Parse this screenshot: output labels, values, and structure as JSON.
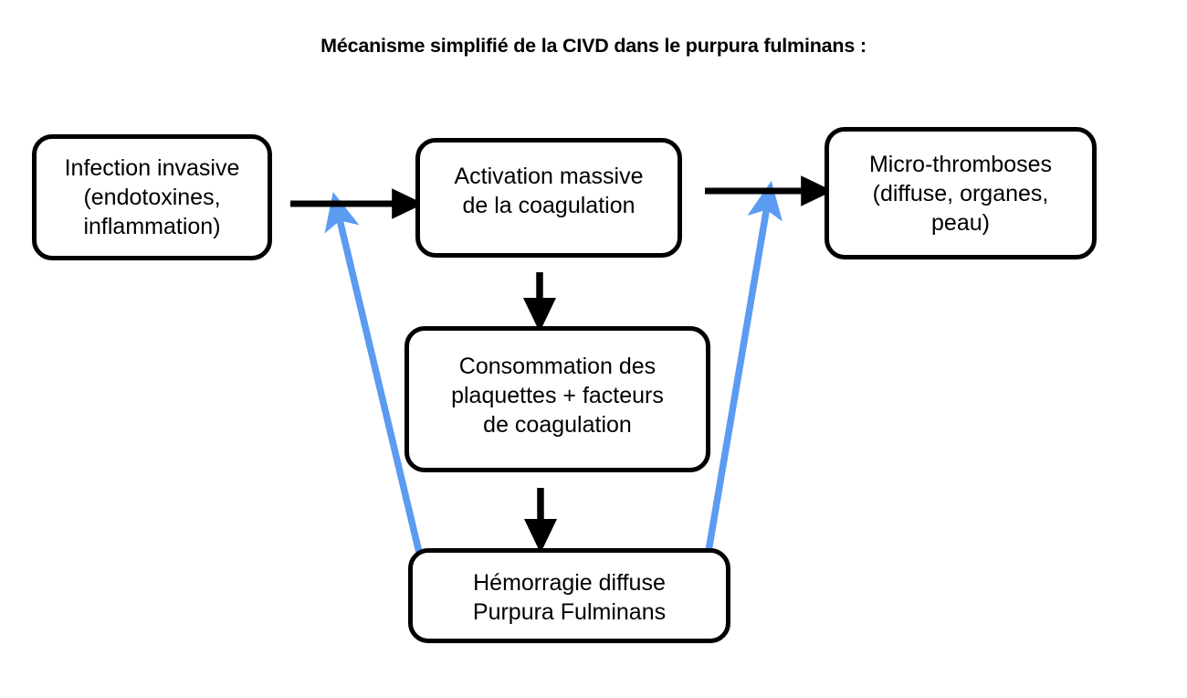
{
  "title": "Mécanisme simplifié de la CIVD dans le purpura fulminans :",
  "colors": {
    "box_border": "#000000",
    "box_fill": "#ffffff",
    "text": "#000000",
    "flow_arrow": "#000000",
    "feedback_arrow": "#5b9bf1",
    "background": "#ffffff"
  },
  "nodes": [
    {
      "id": "infection",
      "label": "Infection invasive\n(endotoxines,\ninflammation)",
      "lines": [
        "Infection invasive",
        "(endotoxines,",
        "inflammation)"
      ]
    },
    {
      "id": "activation",
      "label": "Activation massive\nde la coagulation",
      "lines": [
        "Activation massive",
        "de la coagulation"
      ]
    },
    {
      "id": "microthromboses",
      "label": "Micro-thromboses\n(diffuse, organes,\npeau)",
      "lines": [
        "Micro-thromboses",
        "(diffuse, organes,",
        "peau)"
      ]
    },
    {
      "id": "consommation",
      "label": "Consommation des\nplaquettes + facteurs\nde coagulation",
      "lines": [
        "Consommation des",
        "plaquettes + facteurs",
        "de coagulation"
      ]
    },
    {
      "id": "hemorragie",
      "label": "Hémorragie diffuse\nPurpura Fulminans",
      "lines": [
        "Hémorragie diffuse",
        "Purpura Fulminans"
      ]
    }
  ],
  "edges": [
    {
      "id": "infection-to-activation",
      "from": "infection",
      "to": "activation",
      "style": "black-horizontal-right"
    },
    {
      "id": "activation-to-microthromboses",
      "from": "activation",
      "to": "microthromboses",
      "style": "black-horizontal-right"
    },
    {
      "id": "activation-to-consommation",
      "from": "activation",
      "to": "consommation",
      "style": "black-vertical-down"
    },
    {
      "id": "consommation-to-hemorragie",
      "from": "consommation",
      "to": "hemorragie",
      "style": "black-vertical-down"
    },
    {
      "id": "hemorragie-to-activation-feedback",
      "from": "hemorragie",
      "to": "activation",
      "style": "blue-diagonal-up-left"
    },
    {
      "id": "hemorragie-to-microthromboses-feedback",
      "from": "hemorragie",
      "to": "microthromboses",
      "style": "blue-diagonal-up-right"
    }
  ]
}
